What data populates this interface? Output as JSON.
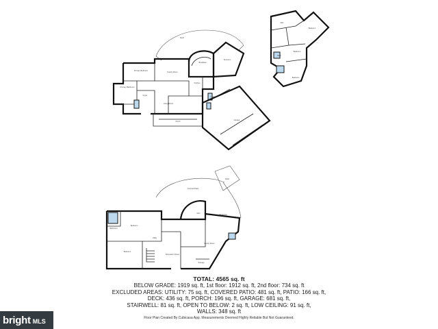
{
  "summary": {
    "total": "TOTAL: 4565 sq. ft",
    "lines": [
      "BELOW GRADE: 1919 sq. ft, 1st floor: 1912 sq. ft, 2nd floor: 734 sq. ft",
      "EXCLUDED AREAS: UTILITY: 75 sq. ft, COVERED PATIO: 481 sq. ft, PATIO: 166 sq. ft,",
      "DECK: 436 sq. ft, PORCH: 196 sq. ft, GARAGE: 681 sq. ft,",
      "STAIRWELL: 81 sq. ft, OPEN TO BELOW: 2 sq. ft, LOW CEILING: 91 sq. ft,",
      "WALLS: 348 sq. ft"
    ],
    "credit": "Floor Plan Created By Cubicasa App. Measurements Deemed Highly Reliable But Not Guaranteed."
  },
  "brand": {
    "name": "bright",
    "suffix": "MLS"
  },
  "colors": {
    "bath_fill": "#bcd9ee",
    "brand_bg": "#333b40"
  },
  "first_floor_rooms": [
    "Deck",
    "Breakfast",
    "Dining Room",
    "Family Room",
    "Kitchen",
    "Primary Bedroom",
    "Primary Bathroom",
    "Office",
    "Laundry",
    "Garage",
    "Foyer",
    "Porch",
    "Pantry"
  ],
  "second_floor_rooms": [
    "Bedroom",
    "Bedroom",
    "Bedroom",
    "Bath",
    "Bath",
    "Attic"
  ],
  "lower_level_rooms": [
    "Covered Patio",
    "Patio",
    "Recreation Room",
    "Bedroom",
    "Bathroom",
    "Storage",
    "Utility",
    "Workshop",
    "Den",
    "Family Room",
    "Stairwell"
  ]
}
